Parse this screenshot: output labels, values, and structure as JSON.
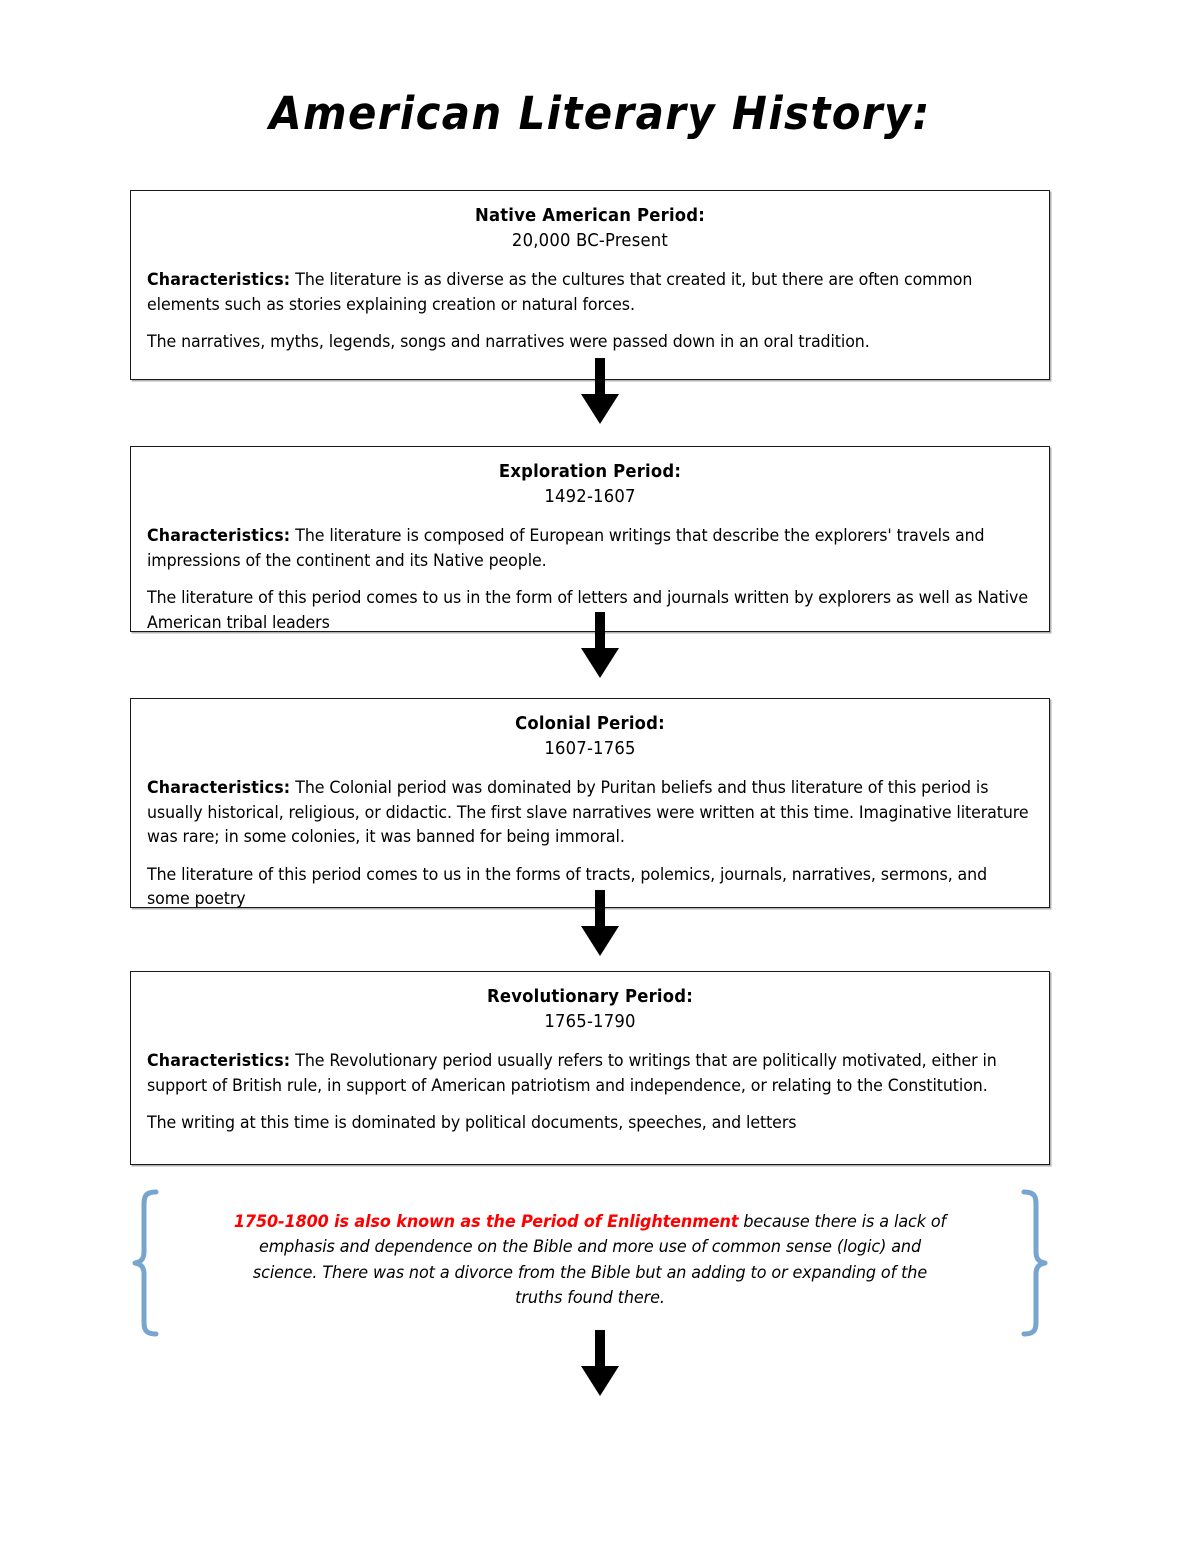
{
  "document": {
    "title": "American Literary History:"
  },
  "periods": [
    {
      "id": "native",
      "heading": "Native American Period:",
      "years": "20,000 BC-Present",
      "characteristics_label": "Characteristics:",
      "characteristics_text": " The literature is as diverse as the cultures that created it, but there are often common elements such as stories explaining creation or natural forces.",
      "detail": "The narratives, myths, legends, songs and narratives were passed down in an oral tradition."
    },
    {
      "id": "exploration",
      "heading": "Exploration Period:",
      "years": "1492-1607",
      "characteristics_label": "Characteristics:",
      "characteristics_text": " The literature is composed of European writings that describe the explorers' travels and impressions of the continent and its Native people.",
      "detail": "The literature of this period comes to us in the form of letters and journals written by explorers as well as Native American tribal leaders"
    },
    {
      "id": "colonial",
      "heading": "Colonial Period:",
      "years": "1607-1765",
      "characteristics_label": "Characteristics:",
      "characteristics_text": " The Colonial period was dominated by Puritan beliefs and thus literature of this period is usually historical, religious, or didactic. The first slave narratives were written at this time. Imaginative literature was rare; in some colonies, it was banned for being immoral.",
      "detail": "The literature of this period comes to us in the forms of tracts, polemics, journals, narratives, sermons, and some poetry"
    },
    {
      "id": "revolution",
      "heading": "Revolutionary Period:",
      "years": "1765-1790",
      "characteristics_label": "Characteristics:",
      "characteristics_text": " The Revolutionary period usually refers to writings that are politically motivated, either in support of British rule, in support of American patriotism and independence, or relating to the Constitution.",
      "detail": "The writing at this time is dominated by political documents, speeches, and letters"
    }
  ],
  "enlightenment_note": {
    "highlight": "1750-1800 is also known as the Period of Enlightenment",
    "body": " because there is a lack of emphasis and dependence on the Bible and more use of common sense (logic) and science.  There was not a divorce from the Bible but an adding to or expanding of the truths found there.",
    "highlight_color": "#FF0000",
    "brace_color": "#77A5CE"
  },
  "flow": {
    "arrow_icon": "down-arrow-icon",
    "arrow_color": "#000000",
    "arrow_count": 4
  }
}
